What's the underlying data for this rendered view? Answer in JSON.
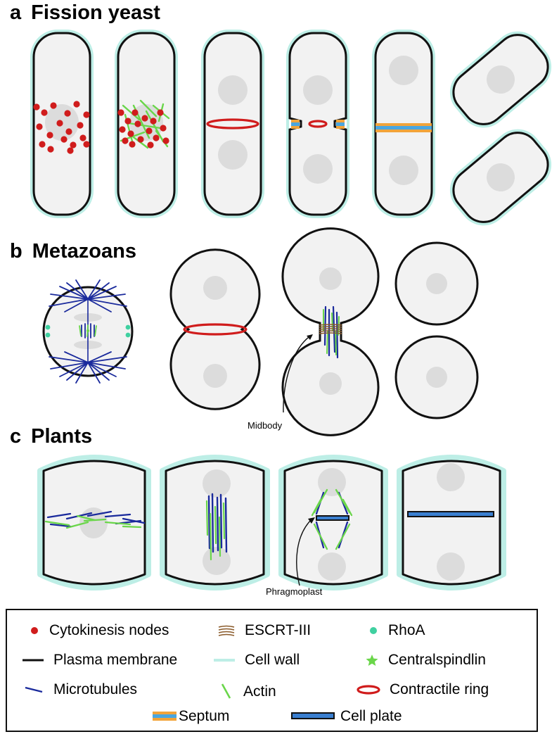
{
  "sections": [
    {
      "letter": "a",
      "title": "Fission yeast"
    },
    {
      "letter": "b",
      "title": "Metazoans"
    },
    {
      "letter": "c",
      "title": "Plants"
    }
  ],
  "annotations": {
    "midbody": "Midbody",
    "phragmoplast": "Phragmoplast"
  },
  "legend": [
    {
      "icon": "cytokinesis-node-icon",
      "label": "Cytokinesis nodes"
    },
    {
      "icon": "escrt-iii-icon",
      "label": "ESCRT-III"
    },
    {
      "icon": "rhoa-icon",
      "label": "RhoA"
    },
    {
      "icon": "plasma-membrane-icon",
      "label": "Plasma membrane"
    },
    {
      "icon": "cell-wall-icon",
      "label": "Cell wall"
    },
    {
      "icon": "centralspindlin-icon",
      "label": "Centralspindlin"
    },
    {
      "icon": "microtubule-icon",
      "label": "Microtubules"
    },
    {
      "icon": "actin-icon",
      "label": "Actin"
    },
    {
      "icon": "contractile-ring-icon",
      "label": "Contractile ring"
    },
    {
      "icon": "septum-icon",
      "label": "Septum"
    },
    {
      "icon": "cell-plate-icon",
      "label": "Cell plate"
    }
  ],
  "colors": {
    "membrane": "#111111",
    "cell_wall": "#bdeee6",
    "cytoplasm": "#f2f2f2",
    "nucleus": "#dcdcdc",
    "node": "#d01c1c",
    "ring": "#d01c1c",
    "microtubule": "#1a2a9c",
    "actin": "#6ad64a",
    "septum_orange": "#f2a43a",
    "septum_blue": "#4aa6e0",
    "cell_plate": "#3a7fd0",
    "rhoa": "#3fd0a0",
    "escrt": "#8a5a2a"
  }
}
